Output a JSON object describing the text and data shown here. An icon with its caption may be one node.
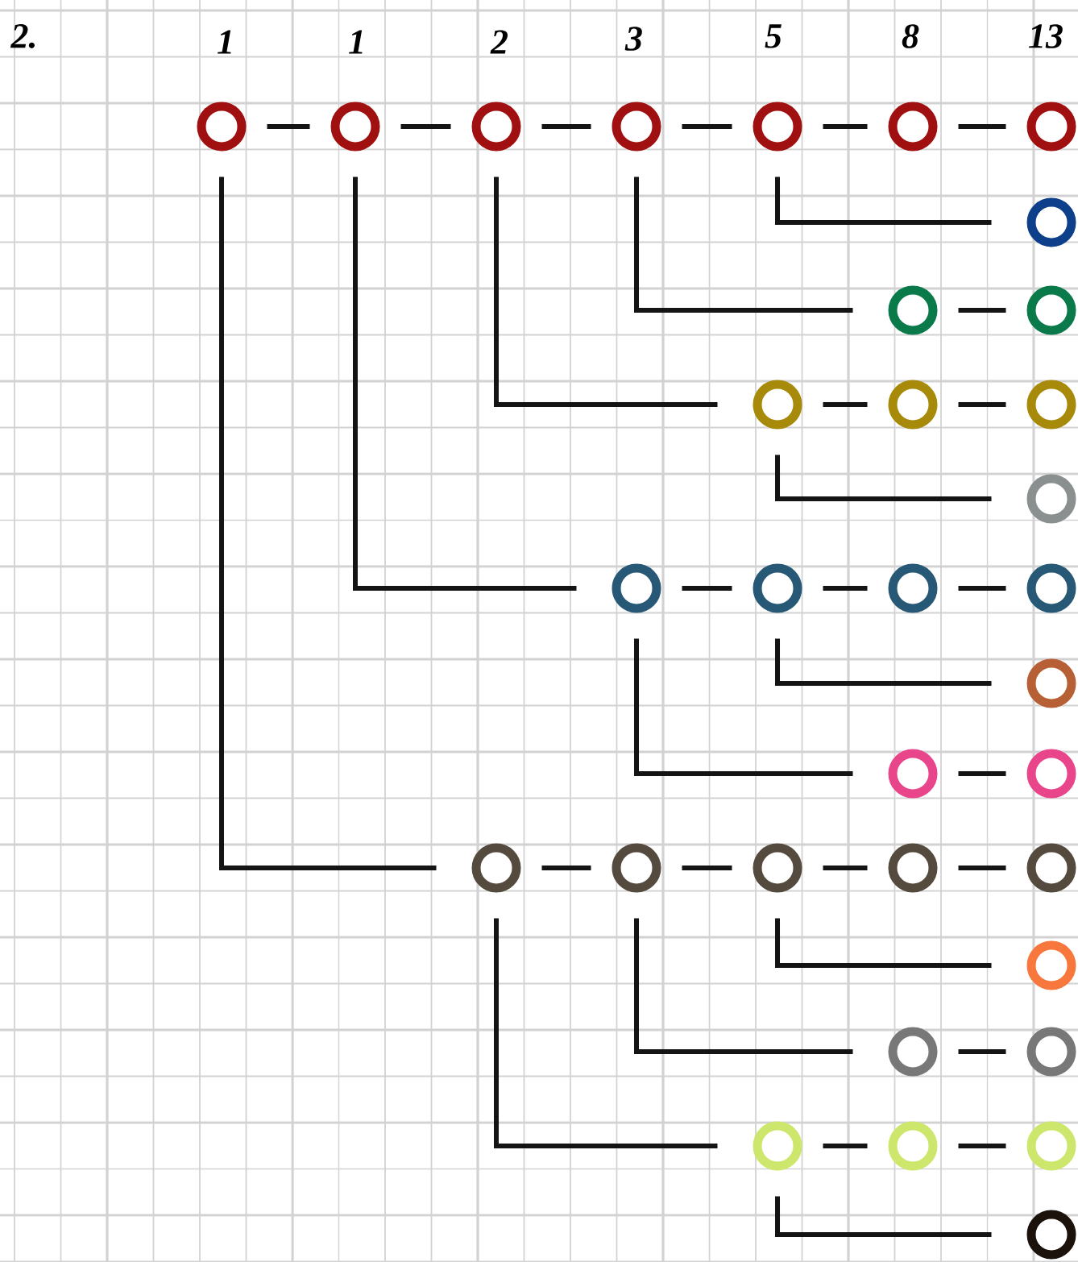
{
  "diagram": {
    "nodes": [
      {
        "text": [],
        "shape": "circle"
      },
      {
        "text": [],
        "shape": "circle"
      },
      {
        "text": [],
        "shape": "circle"
      },
      {
        "text": [],
        "shape": "circle"
      },
      {
        "text": [],
        "shape": "circle"
      },
      {
        "text": [],
        "shape": "circle"
      },
      {
        "text": [],
        "shape": "circle"
      },
      {
        "text": [],
        "shape": "circle"
      },
      {
        "text": [],
        "shape": "circle"
      },
      {
        "text": [],
        "shape": "circle"
      },
      {
        "text": [],
        "shape": "circle"
      },
      {
        "text": [],
        "shape": "circle"
      },
      {
        "text": [],
        "shape": "circle"
      },
      {
        "text": [],
        "shape": "circle"
      },
      {
        "text": [],
        "shape": "circle"
      },
      {
        "text": [],
        "shape": "circle"
      },
      {
        "text": [],
        "shape": "circle"
      },
      {
        "text": [],
        "shape": "circle"
      },
      {
        "text": [],
        "shape": "circle"
      },
      {
        "text": [],
        "shape": "circle"
      },
      {
        "text": [],
        "shape": "circle"
      },
      {
        "text": [],
        "shape": "circle"
      },
      {
        "text": [],
        "shape": "circle"
      },
      {
        "text": [],
        "shape": "circle"
      },
      {
        "text": [],
        "shape": "circle"
      },
      {
        "text": [],
        "shape": "circle"
      },
      {
        "text": [],
        "shape": "circle"
      },
      {
        "text": [],
        "shape": "circle"
      },
      {
        "text": [],
        "shape": "circle"
      },
      {
        "text": [],
        "shape": "circle"
      },
      {
        "text": [],
        "shape": "circle"
      },
      {
        "text": [],
        "shape": "circle"
      },
      {
        "text": [],
        "shape": "circle"
      }
    ],
    "edges": [
      {
        "from": 0,
        "to": 1,
        "arrow": "none"
      },
      {
        "from": 1,
        "to": 2,
        "arrow": "none"
      },
      {
        "from": 2,
        "to": 3,
        "arrow": "none"
      },
      {
        "from": 3,
        "to": 4,
        "arrow": "none"
      },
      {
        "from": 4,
        "to": 5,
        "arrow": "none"
      },
      {
        "from": 5,
        "to": 6,
        "arrow": "none"
      },
      {
        "from": 4,
        "to": 7,
        "arrow": "none"
      },
      {
        "from": 3,
        "to": 8,
        "arrow": "none"
      },
      {
        "from": 8,
        "to": 9,
        "arrow": "none"
      },
      {
        "from": 2,
        "to": 10,
        "arrow": "none"
      },
      {
        "from": 10,
        "to": 11,
        "arrow": "none"
      },
      {
        "from": 11,
        "to": 12,
        "arrow": "none"
      },
      {
        "from": 10,
        "to": 13,
        "arrow": "none"
      },
      {
        "from": 1,
        "to": 14,
        "arrow": "none"
      },
      {
        "from": 14,
        "to": 15,
        "arrow": "none"
      },
      {
        "from": 15,
        "to": 16,
        "arrow": "none"
      },
      {
        "from": 16,
        "to": 17,
        "arrow": "none"
      },
      {
        "from": 15,
        "to": 18,
        "arrow": "none"
      },
      {
        "from": 14,
        "to": 19,
        "arrow": "none"
      },
      {
        "from": 19,
        "to": 20,
        "arrow": "none"
      },
      {
        "from": 0,
        "to": 21,
        "arrow": "none"
      },
      {
        "from": 21,
        "to": 22,
        "arrow": "none"
      },
      {
        "from": 22,
        "to": 23,
        "arrow": "none"
      },
      {
        "from": 23,
        "to": 24,
        "arrow": "none"
      },
      {
        "from": 24,
        "to": 25,
        "arrow": "none"
      },
      {
        "from": 23,
        "to": 26,
        "arrow": "none"
      },
      {
        "from": 22,
        "to": 27,
        "arrow": "none"
      },
      {
        "from": 27,
        "to": 28,
        "arrow": "none"
      },
      {
        "from": 21,
        "to": 29,
        "arrow": "none"
      },
      {
        "from": 29,
        "to": 30,
        "arrow": "none"
      },
      {
        "from": 30,
        "to": 31,
        "arrow": "none"
      },
      {
        "from": 29,
        "to": 32,
        "arrow": "none"
      }
    ],
    "labels": [
      "2.",
      "1",
      "1",
      "2",
      "3",
      "5",
      "8",
      "13"
    ]
  }
}
